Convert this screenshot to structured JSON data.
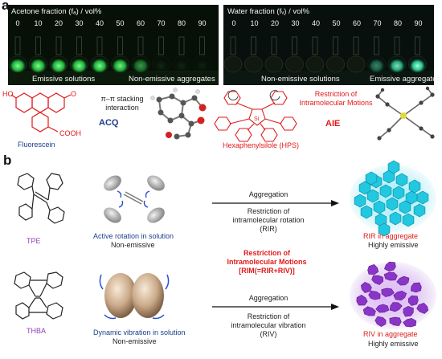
{
  "panel_a": {
    "letter": "a",
    "left_photo": {
      "axis_label": "Acetone fraction (fₐ) / vol%",
      "ticks": [
        "0",
        "10",
        "20",
        "30",
        "40",
        "50",
        "60",
        "70",
        "80",
        "90"
      ],
      "caption_left": "Emissive solutions",
      "caption_right": "Non-emissive aggregates",
      "glow_color": "#37e35a"
    },
    "right_photo": {
      "axis_label": "Water fraction (fᵥ) / vol%",
      "ticks": [
        "0",
        "10",
        "20",
        "30",
        "40",
        "50",
        "60",
        "70",
        "80",
        "90"
      ],
      "caption_left": "Non-emissive solutions",
      "caption_right": "Emissive aggregates",
      "glow_color": "#45f0b8"
    },
    "fluorescein_label": "Fluorescein",
    "stacking_label": "π–π stacking\ninteraction",
    "acq_label": "ACQ",
    "rim_label": "Restriction of\nIntramolecular Motions",
    "aie_label": "AIE",
    "hps_label": "Hexaphenylsilole (HPS)",
    "ho_label": "HO",
    "o_label": "O",
    "cooh_label": "COOH"
  },
  "panel_b": {
    "letter": "b",
    "tpe_label": "TPE",
    "tpe_desc": "Active rotation in solution",
    "tpe_state": "Non-emissive",
    "aggregation_top": "Aggregation",
    "rir_text": "Restriction of\nintramolecular rotation\n(RIR)",
    "rir_result": "RIR in aggregate",
    "rir_result_state": "Highly emissive",
    "rim_center": "Restriction of\nIntramolecular Motions\n[RIM(=RIR+RIV)]",
    "thba_label": "THBA",
    "thba_desc": "Dynamic vibration in solution",
    "thba_state": "Non-emissive",
    "aggregation_bottom": "Aggregation",
    "riv_text": "Restriction of\nintramolecular vibration\n(RIV)",
    "riv_result": "RIV in aggregate",
    "riv_result_state": "Highly emissive",
    "rir_color": "#22c7e0",
    "riv_color": "#8a35c8"
  }
}
